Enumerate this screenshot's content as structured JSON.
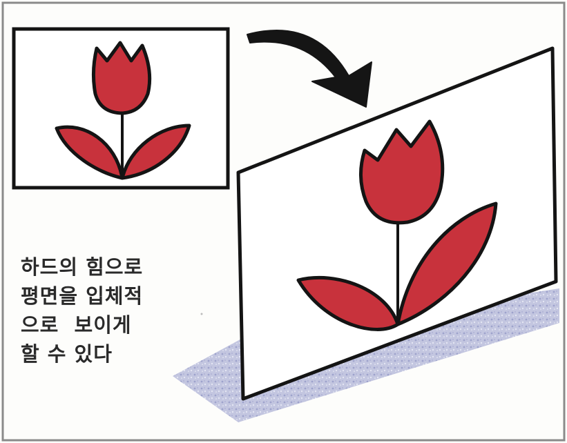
{
  "caption": {
    "lines": [
      "하드의 힘으로",
      "평면을 입체적",
      "으로  보이게",
      "할 수 있다"
    ]
  },
  "colors": {
    "petal_fill": "#c8323c",
    "outline": "#141414",
    "shadow": "#b9bdd8",
    "paper": "#ffffff",
    "frame": "#8a8a8a"
  },
  "icons": {
    "arrow": "curved-arrow-icon",
    "flat_card": "flat-tulip-card",
    "standing_card": "standing-tulip-card"
  }
}
